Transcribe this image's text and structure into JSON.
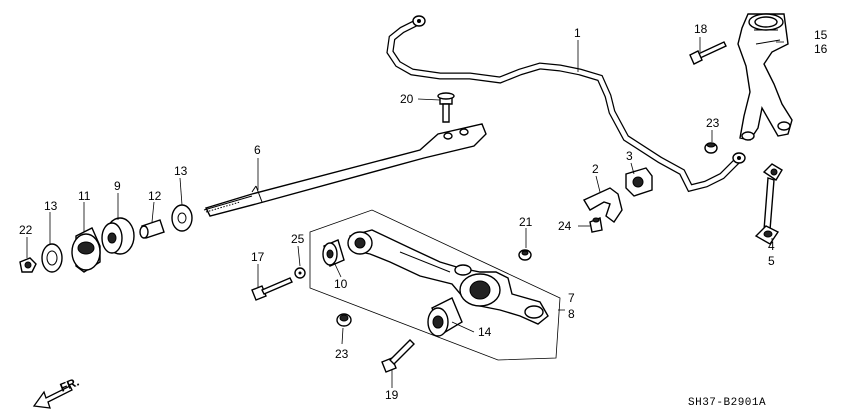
{
  "diagram_code": "SH37-B2901A",
  "direction_label": "FR.",
  "callouts": {
    "c1": "1",
    "c2": "2",
    "c3": "3",
    "c4": "4",
    "c5": "5",
    "c6": "6",
    "c7": "7",
    "c8": "8",
    "c9": "9",
    "c10": "10",
    "c11": "11",
    "c12": "12",
    "c13a": "13",
    "c13b": "13",
    "c14": "14",
    "c15": "15",
    "c16": "16",
    "c17": "17",
    "c18": "18",
    "c19": "19",
    "c20": "20",
    "c21": "21",
    "c22": "22",
    "c23a": "23",
    "c23b": "23",
    "c24": "24",
    "c25": "25"
  }
}
